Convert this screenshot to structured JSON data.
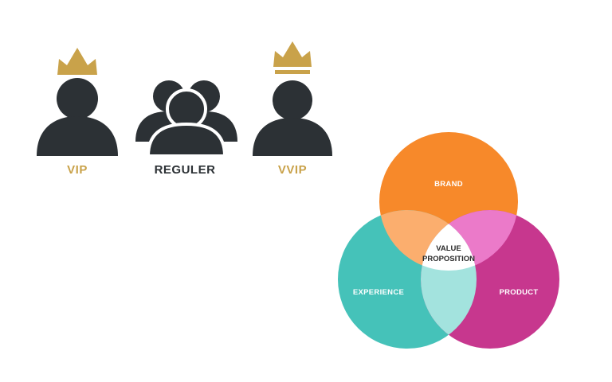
{
  "tiers": [
    {
      "label": "VIP",
      "icon": "crowned-person-icon",
      "color": "#C9A24A"
    },
    {
      "label": "REGULER",
      "icon": "people-group-icon",
      "color": "#2C3135"
    },
    {
      "label": "VVIP",
      "icon": "crowned-person-icon",
      "color": "#C9A24A"
    }
  ],
  "venn": {
    "circles": [
      {
        "label": "BRAND",
        "color": "#F7892A"
      },
      {
        "label": "EXPERIENCE",
        "color": "#45C2B9"
      },
      {
        "label": "PRODUCT",
        "color": "#C7378E"
      }
    ],
    "center": {
      "line1": "VALUE",
      "line2": "PROPOSITION"
    },
    "overlap_colors": {
      "brand_experience": "#FBAE6E",
      "brand_product": "#EB7AC9",
      "experience_product": "#A3E3DE"
    }
  },
  "colors": {
    "icon": "#2C3135",
    "gold": "#C9A24A"
  }
}
